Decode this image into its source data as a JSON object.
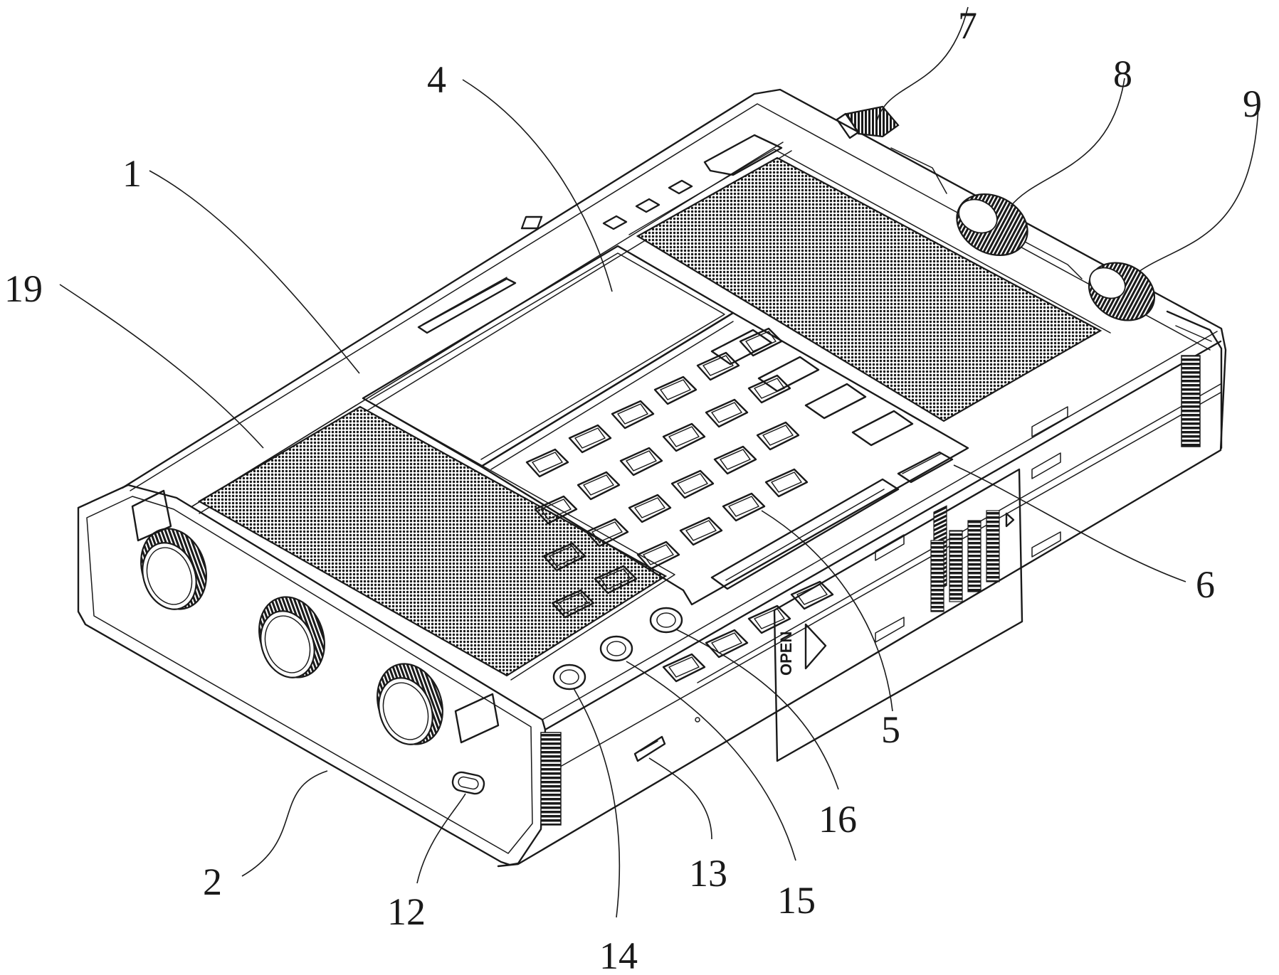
{
  "figure": {
    "labels": [
      {
        "id": "1",
        "text": "1"
      },
      {
        "id": "2",
        "text": "2"
      },
      {
        "id": "4",
        "text": "4"
      },
      {
        "id": "5",
        "text": "5"
      },
      {
        "id": "6",
        "text": "6"
      },
      {
        "id": "7",
        "text": "7"
      },
      {
        "id": "8",
        "text": "8"
      },
      {
        "id": "9",
        "text": "9"
      },
      {
        "id": "12",
        "text": "12"
      },
      {
        "id": "13",
        "text": "13"
      },
      {
        "id": "14",
        "text": "14"
      },
      {
        "id": "15",
        "text": "15"
      },
      {
        "id": "16",
        "text": "16"
      },
      {
        "id": "19",
        "text": "19"
      }
    ],
    "door_text": "OPEN"
  }
}
